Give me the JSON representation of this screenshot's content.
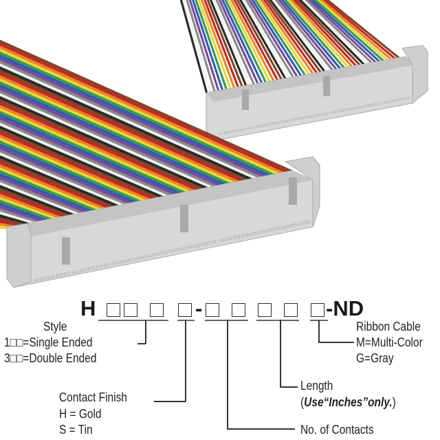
{
  "part_number": {
    "prefix": "H",
    "separator": "-",
    "suffix": "-ND"
  },
  "labels": {
    "style": {
      "title": "Style",
      "options": [
        "1□□=Single Ended",
        "3□□=Double Ended"
      ]
    },
    "contact_finish": {
      "title": "Contact Finish",
      "options": [
        "H = Gold",
        "S = Tin"
      ]
    },
    "contacts": {
      "title": "No. of Contacts"
    },
    "length": {
      "title": "Length",
      "note_open": "(",
      "note_bold": "Use“Inches”only.",
      "note_close": ")"
    },
    "ribbon": {
      "title": "Ribbon Cable",
      "options": [
        "M=Multi-Color",
        "G=Gray"
      ]
    }
  },
  "colors": {
    "wire_cycle": [
      "#7a4a2a",
      "#c8262a",
      "#e8862a",
      "#f0d43a",
      "#3c9a4a",
      "#2f5fb0",
      "#7a4aa0",
      "#8a8a8a",
      "#f2f2f2",
      "#2a2a2a"
    ],
    "connector": "#d6d6d6"
  }
}
